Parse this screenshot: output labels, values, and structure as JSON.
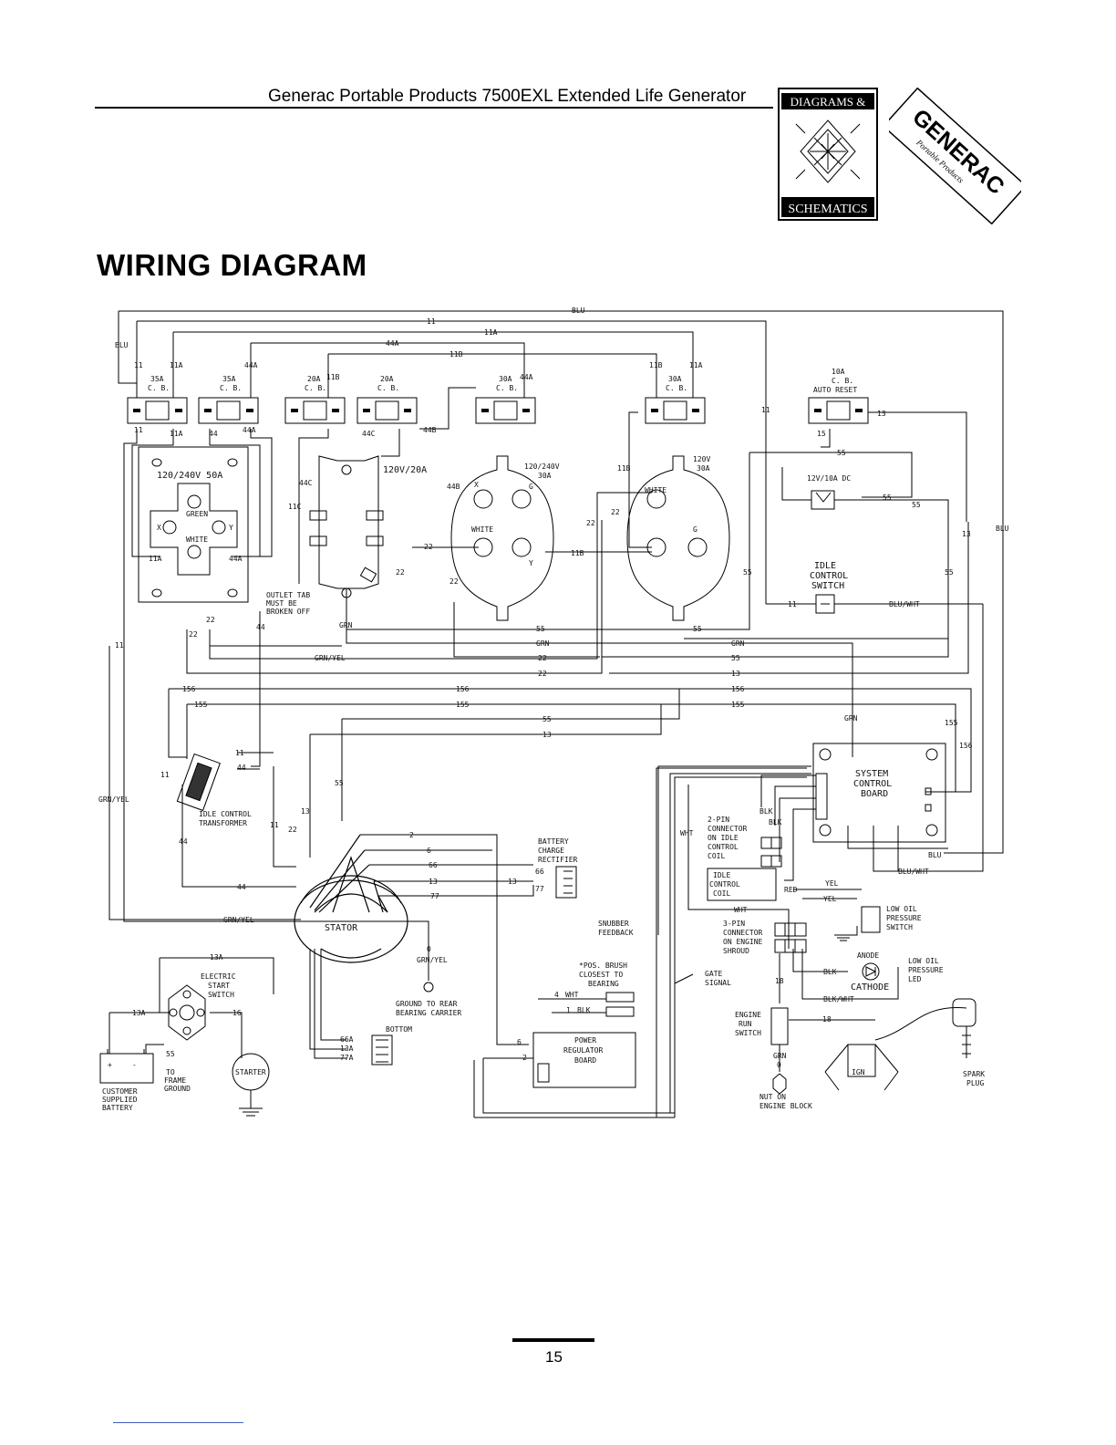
{
  "header": {
    "title": "Generac Portable Products 7500EXL Extended Life Generator"
  },
  "logo": {
    "top_label": "DIAGRAMS &",
    "bottom_label": "SCHEMATICS"
  },
  "brand": {
    "name": "GENERAC",
    "subtitle": "Portable Products"
  },
  "page": {
    "heading": "WIRING DIAGRAM",
    "number": "15"
  },
  "diagram": {
    "breakers": [
      {
        "rating": "35A",
        "type": "C. B."
      },
      {
        "rating": "35A",
        "type": "C. B."
      },
      {
        "rating": "20A",
        "type": "C. B."
      },
      {
        "rating": "20A",
        "type": "C. B."
      },
      {
        "rating": "30A",
        "type": "C. B."
      },
      {
        "rating": "30A",
        "type": "C. B."
      },
      {
        "rating": "10A",
        "type": "C. B.",
        "note": "AUTO RESET"
      }
    ],
    "components": {
      "outlet_50a": "120/240V 50A",
      "outlet_50a_green": "GREEN",
      "outlet_50a_white": "WHITE",
      "outlet_50a_x": "X",
      "outlet_50a_y": "Y",
      "duplex": "120V/20A",
      "twistlock_240": "120/240V",
      "twistlock_240_amps": "30A",
      "twistlock_120": "120V",
      "twistlock_120_amps": "30A",
      "dc_outlet": "12V/10A DC",
      "idle_switch_1": "IDLE",
      "idle_switch_2": "CONTROL",
      "idle_switch_3": "SWITCH",
      "outlet_tab_1": "OUTLET TAB",
      "outlet_tab_2": "MUST BE",
      "outlet_tab_3": "BROKEN OFF",
      "idle_transformer_1": "IDLE CONTROL",
      "idle_transformer_2": "TRANSFORMER",
      "stator": "STATOR",
      "scb_1": "SYSTEM",
      "scb_2": "CONTROL",
      "scb_3": "BOARD",
      "rectifier_1": "BATTERY",
      "rectifier_2": "CHARGE",
      "rectifier_3": "RECTIFIER",
      "pin2_1": "2-PIN",
      "pin2_2": "CONNECTOR",
      "pin2_3": "ON IDLE",
      "pin2_4": "CONTROL",
      "pin2_5": "COIL",
      "idle_coil_1": "IDLE",
      "idle_coil_2": "CONTROL",
      "idle_coil_3": "COIL",
      "pin3_1": "3-PIN",
      "pin3_2": "CONNECTOR",
      "pin3_3": "ON ENGINE",
      "pin3_4": "SHROUD",
      "oil_switch_1": "LOW OIL",
      "oil_switch_2": "PRESSURE",
      "oil_switch_3": "SWITCH",
      "oil_led_1": "LOW OIL",
      "oil_led_2": "PRESSURE",
      "oil_led_3": "LED",
      "anode": "ANODE",
      "cathode": "CATHODE",
      "run_switch_1": "ENGINE",
      "run_switch_2": "RUN",
      "run_switch_3": "SWITCH",
      "nut_1": "NUT ON",
      "nut_2": "ENGINE BLOCK",
      "spark_1": "SPARK",
      "spark_2": "PLUG",
      "ign": "IGN",
      "start_switch_1": "ELECTRIC",
      "start_switch_2": "START",
      "start_switch_3": "SWITCH",
      "starter": "STARTER",
      "battery_1": "CUSTOMER",
      "battery_2": "SUPPLIED",
      "battery_3": "BATTERY",
      "frame_1": "TO",
      "frame_2": "FRAME",
      "frame_3": "GROUND",
      "ground_rear_1": "GROUND TO REAR",
      "ground_rear_2": "BEARING CARRIER",
      "bottom": "BOTTOM",
      "brush_1": "*POS. BRUSH",
      "brush_2": "CLOSEST TO",
      "brush_3": "BEARING",
      "regulator_1": "POWER",
      "regulator_2": "REGULATOR",
      "regulator_3": "BOARD",
      "snubber_1": "SNUBBER",
      "snubber_2": "FEEDBACK",
      "gate_1": "GATE",
      "gate_2": "SIGNAL"
    },
    "wires": {
      "blu": "BLU",
      "w11": "11",
      "w11a": "11A",
      "w44a": "44A",
      "w11b": "11B",
      "w44": "44",
      "w44b": "44B",
      "w44c": "44C",
      "w11c": "11C",
      "w22": "22",
      "w13": "13",
      "w15": "15",
      "w55": "55",
      "grn": "GRN",
      "grn_yel": "GRN/YEL",
      "w156": "156",
      "w155": "155",
      "blu_wht": "BLU/WHT",
      "w2": "2",
      "w6": "6",
      "w66": "66",
      "w77": "77",
      "w0": "0",
      "w13a": "13A",
      "w16": "16",
      "w66a": "66A",
      "w77a": "77A",
      "w4": "4",
      "w1": "1",
      "wht": "WHT",
      "blk": "BLK",
      "yel": "YEL",
      "red": "RED",
      "blk_wht": "BLK/WHT",
      "w18": "18",
      "white": "WHITE",
      "x": "X",
      "y": "Y",
      "g": "G",
      "plus": "+",
      "minus": "-"
    }
  }
}
